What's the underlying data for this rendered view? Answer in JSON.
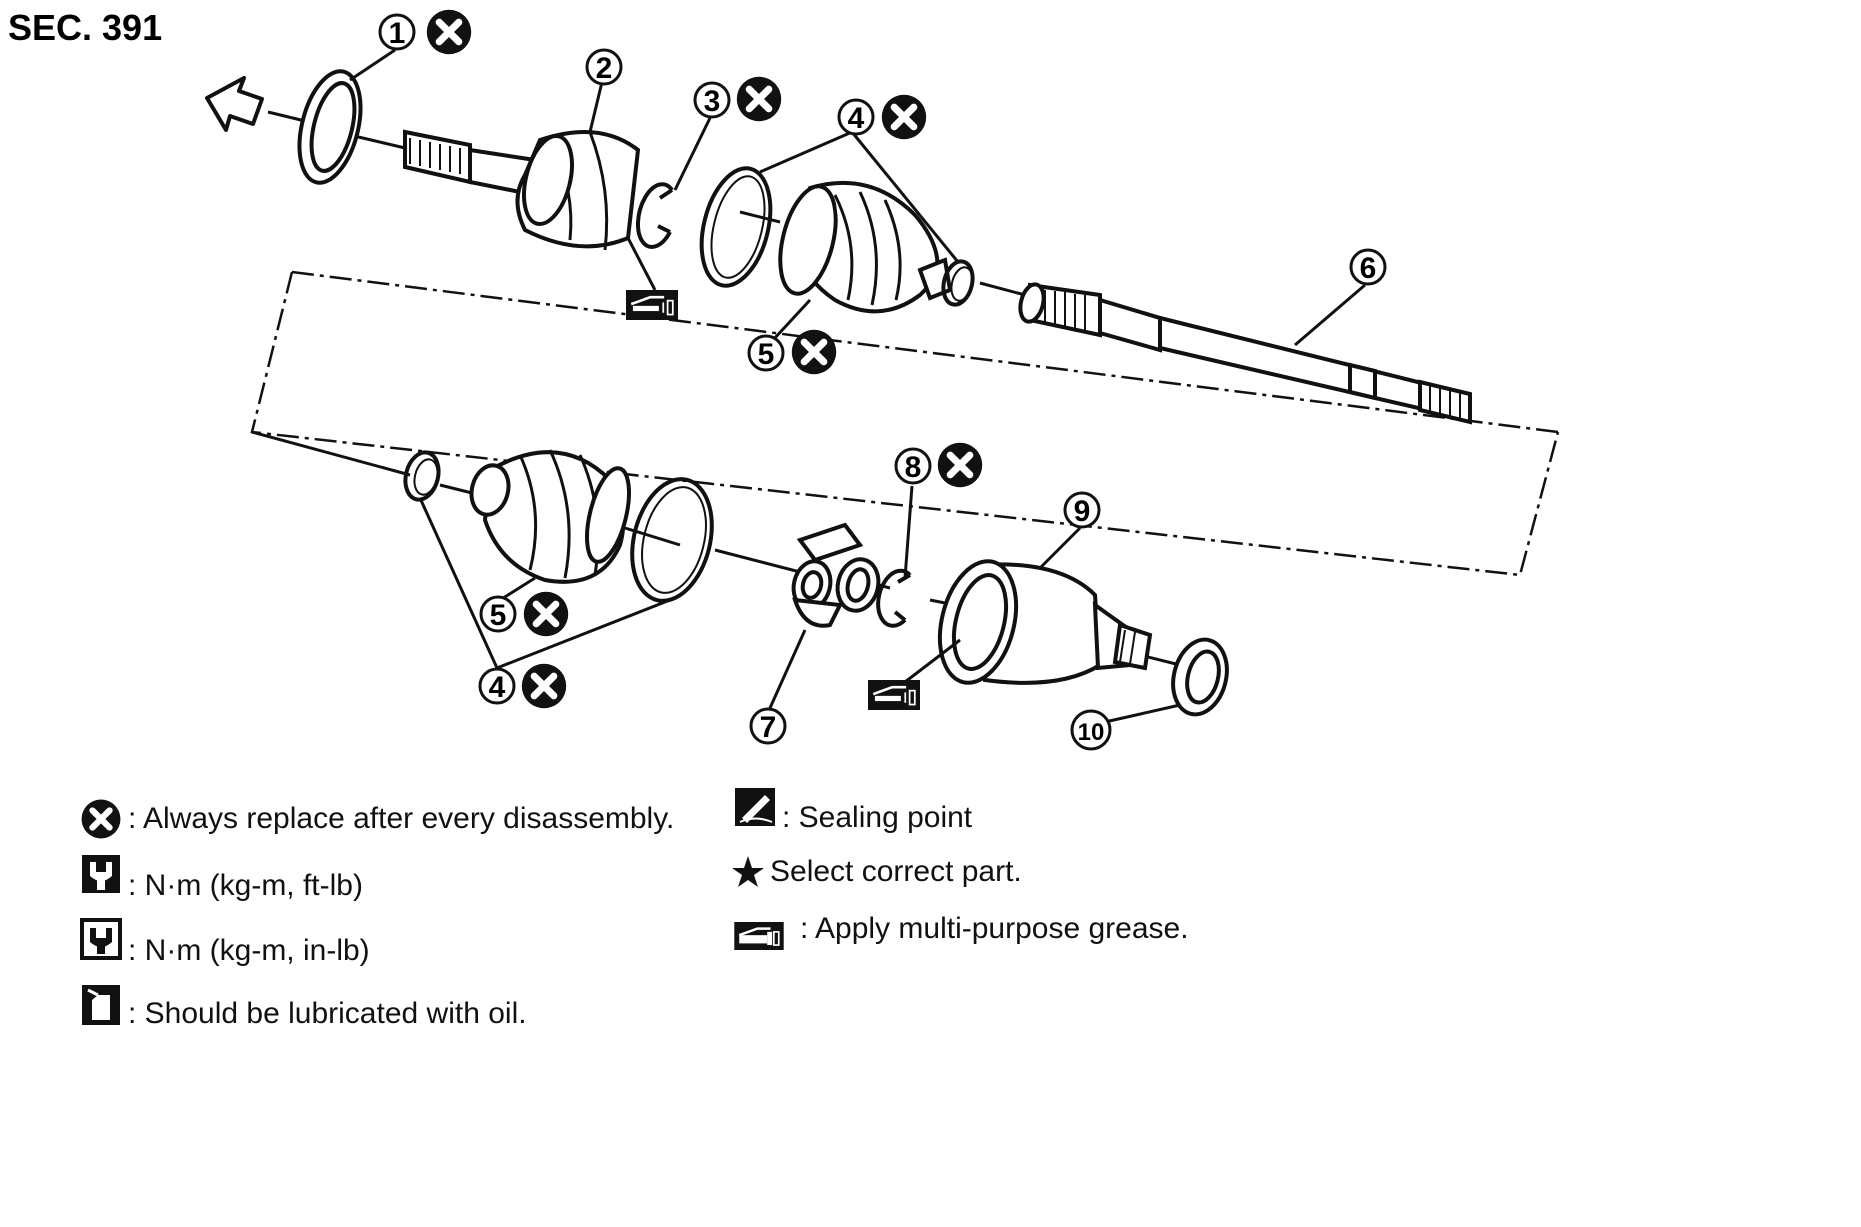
{
  "section_label": "SEC. 391",
  "callouts": {
    "c1": "1",
    "c2": "2",
    "c3": "3",
    "c4a": "4",
    "c5a": "5",
    "c6": "6",
    "c5b": "5",
    "c4b": "4",
    "c7": "7",
    "c8": "8",
    "c9": "9",
    "c10": "10"
  },
  "legend": {
    "replace": ": Always replace after every disassembly.",
    "torque_ftlb": ": N·m (kg-m, ft-lb)",
    "torque_inlb": ": N·m (kg-m, in-lb)",
    "oil": ": Should be lubricated with oil.",
    "sealing": ": Sealing point",
    "select_part": "Select correct part.",
    "grease": ": Apply multi-purpose grease."
  },
  "icons": {
    "replace": "x-circle-icon",
    "torque_ftlb": "wrench-icon",
    "torque_inlb": "wrench-filled-icon",
    "oil": "oil-can-icon",
    "sealing": "sealing-pen-icon",
    "select_part": "star-icon",
    "grease": "grease-gun-icon"
  }
}
